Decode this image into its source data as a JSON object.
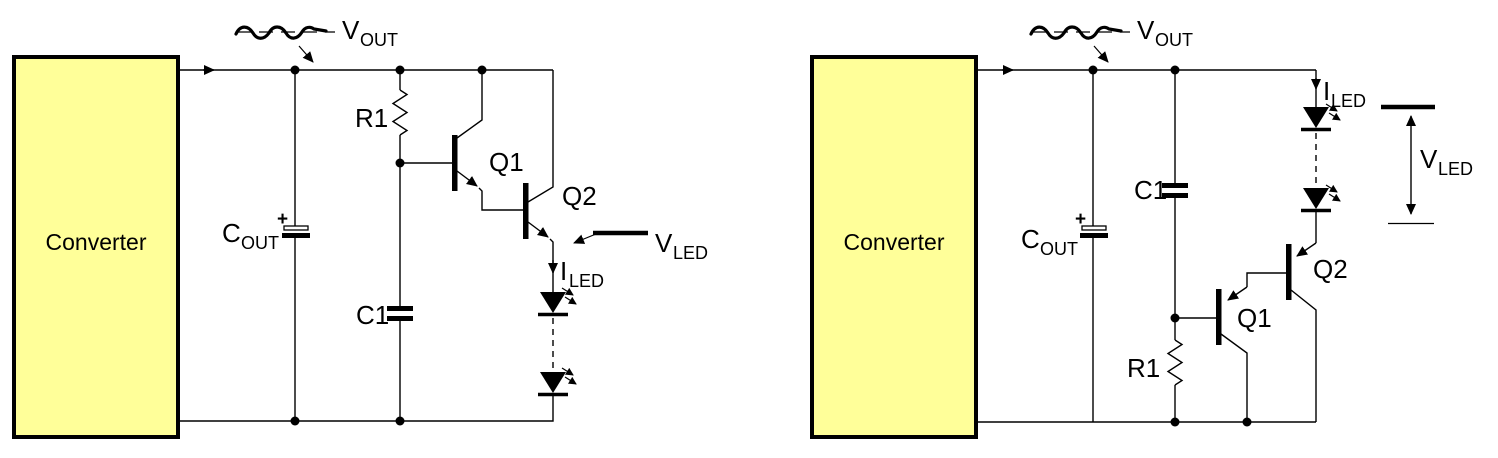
{
  "colors": {
    "converter_fill": "#FFFF99",
    "line": "#000000",
    "text": "#000000",
    "background": "#FFFFFF"
  },
  "left": {
    "converter": "Converter",
    "cout_plus": "+",
    "labels": {
      "vout_main": "V",
      "vout_sub": "OUT",
      "cout_main": "C",
      "cout_sub": "OUT",
      "r1": "R1",
      "c1": "C1",
      "q1": "Q1",
      "q2": "Q2",
      "vled_main": "V",
      "vled_sub": "LED",
      "iled_main": "I",
      "iled_sub": "LED"
    }
  },
  "right": {
    "converter": "Converter",
    "cout_plus": "+",
    "labels": {
      "vout_main": "V",
      "vout_sub": "OUT",
      "cout_main": "C",
      "cout_sub": "OUT",
      "c1": "C1",
      "r1": "R1",
      "q1": "Q1",
      "q2": "Q2",
      "iled_main": "I",
      "iled_sub": "LED",
      "vled_main": "V",
      "vled_sub": "LED"
    }
  }
}
